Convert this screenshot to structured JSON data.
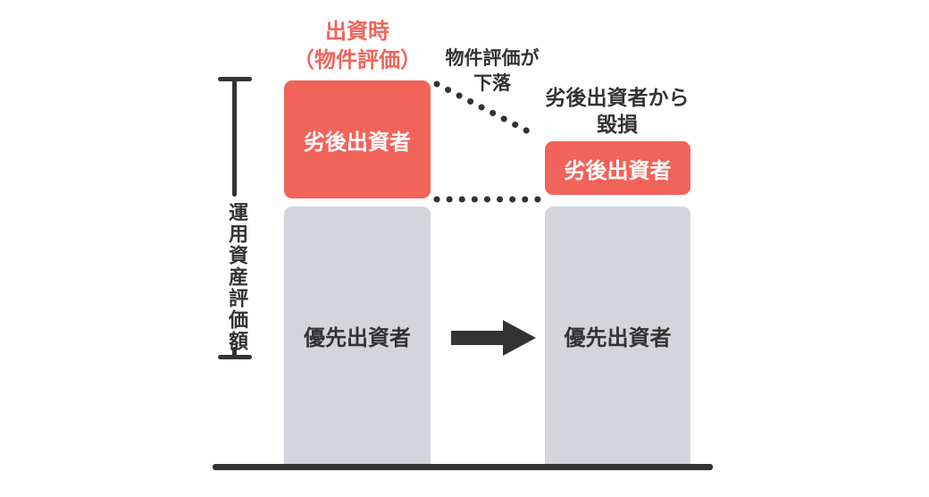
{
  "colors": {
    "red": "#f2635a",
    "gray": "#d3d5da",
    "ink": "#333333",
    "bg": "#ffffff"
  },
  "axis": {
    "label": "運用資産評価額"
  },
  "before": {
    "title_line1": "出資時",
    "title_line2": "（物件評価）",
    "subordinated_label": "劣後出資者",
    "senior_label": "優先出資者"
  },
  "transition": {
    "label_line1": "物件評価が",
    "label_line2": "下落"
  },
  "after": {
    "title_line1": "劣後出資者から",
    "title_line2": "毀損",
    "subordinated_label": "劣後出資者",
    "senior_label": "優先出資者"
  }
}
